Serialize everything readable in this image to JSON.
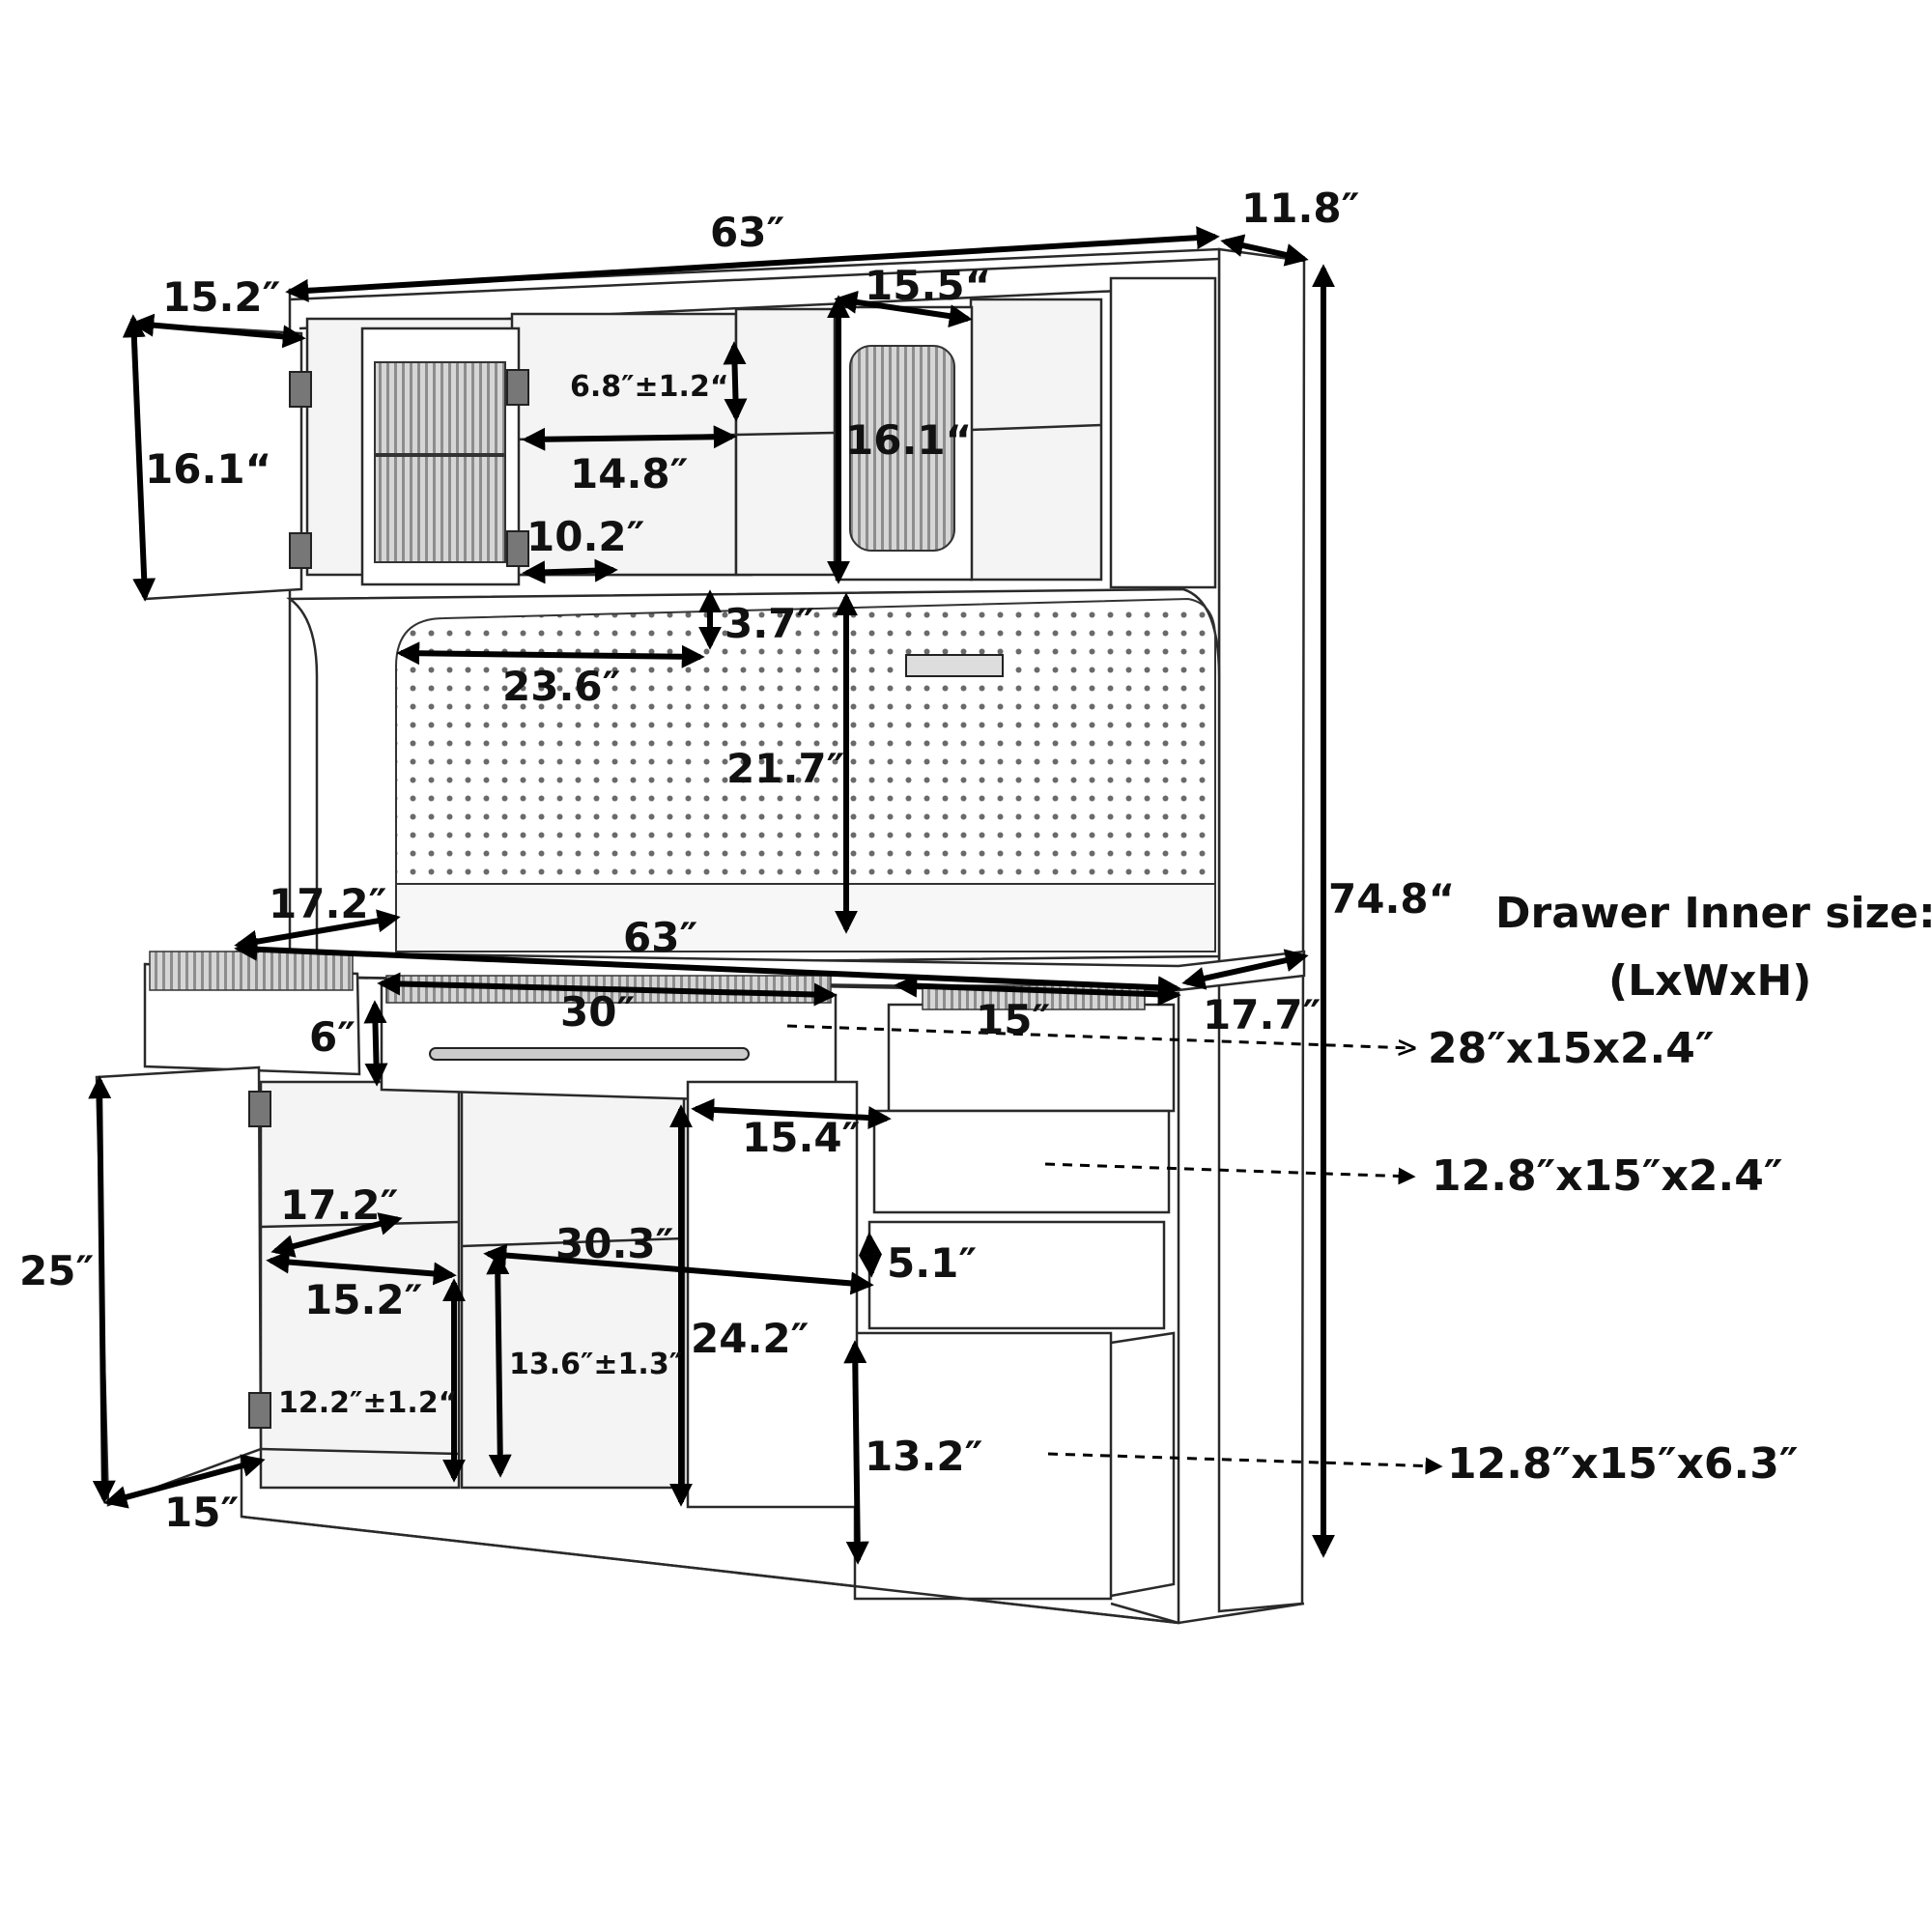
{
  "figure": {
    "dimensions": {
      "overall_width_top": "63″",
      "depth_top": "11.8″",
      "overall_height": "74.8“",
      "left_door_width": "15.2″",
      "left_door_height": "16.1“",
      "shelf_height": "6.8″±1.2“",
      "inner_shelf_width": "14.8″",
      "glass_door_inner": "10.2″",
      "right_upper_width": "15.5“",
      "right_upper_height": "16.1“",
      "pegboard_gap": "3.7″",
      "pegboard_width": "23.6″",
      "pegboard_height": "21.7″",
      "base_side_depth": "17.2″",
      "base_width": "63″",
      "base_depth": "17.7″",
      "drawer_left_height": "6″",
      "middle_drawer_width": "30″",
      "right_drawer_width": "15″",
      "arch_door_width": "15.4″",
      "cabinet_shelf_depth": "17.2″",
      "cabinet_shelf_width": "15.2″",
      "center_opening_width": "30.3″",
      "drawer_front_height": "5.1″",
      "lower_door_height": "25″",
      "lower_door_width": "15″",
      "cabinet_lower_shelf": "12.2″±1.2“",
      "center_shelf_height": "13.6″±1.3″",
      "arch_door_height": "24.2″",
      "bottom_drawer_height": "13.2″"
    },
    "drawer_inner": {
      "title": "Drawer Inner size:",
      "subtitle": "(LxWxH)",
      "sizes": [
        "28″x15x2.4″",
        "12.8″x15″x2.4″",
        "12.8″x15″x6.3″"
      ]
    }
  }
}
